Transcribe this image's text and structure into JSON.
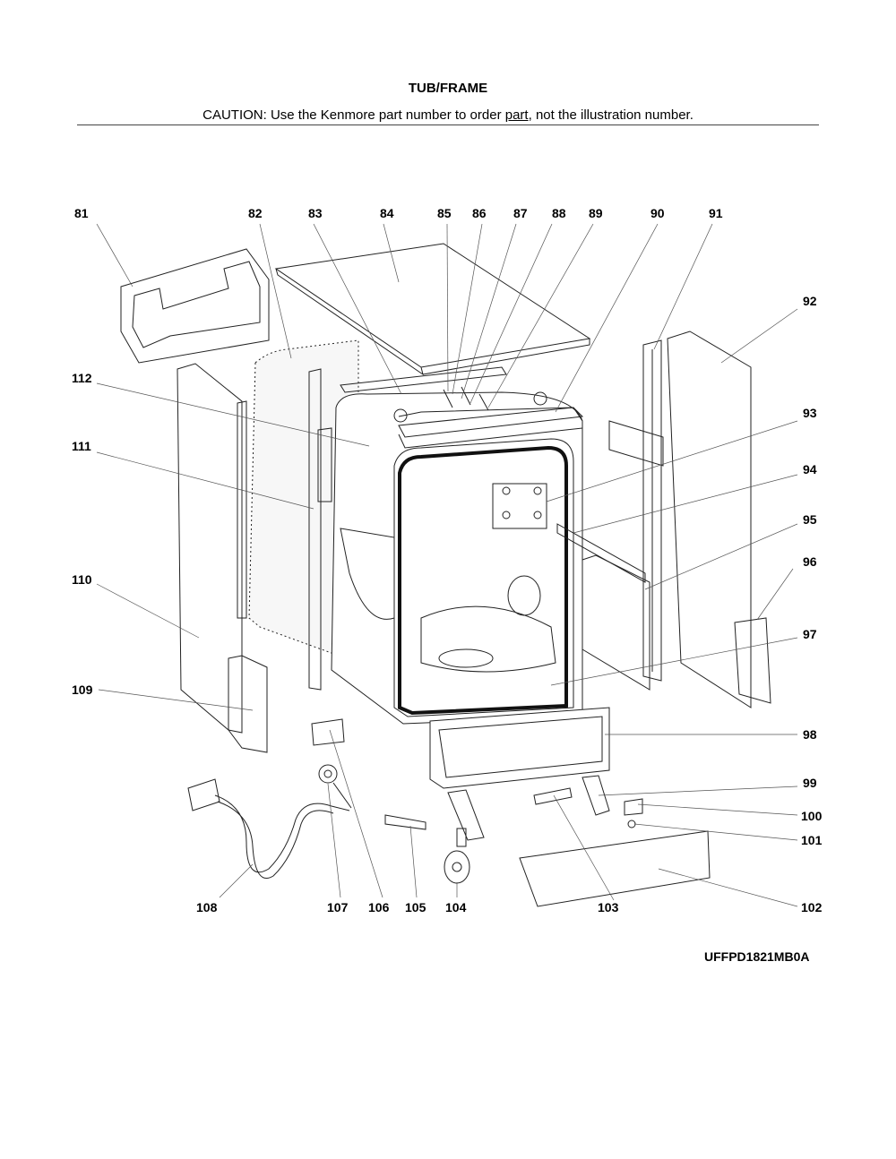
{
  "header": {
    "title": "TUB/FRAME",
    "caution_before": "CAUTION: Use the Kenmore part number to order ",
    "caution_link": "part",
    "caution_after": ", not the illustration number."
  },
  "callouts": [
    "81",
    "82",
    "83",
    "84",
    "85",
    "86",
    "87",
    "88",
    "89",
    "90",
    "91",
    "92",
    "93",
    "94",
    "95",
    "96",
    "97",
    "98",
    "99",
    "100",
    "101",
    "102",
    "103",
    "104",
    "105",
    "106",
    "107",
    "108",
    "109",
    "110",
    "111",
    "112"
  ],
  "model_code": "UFFPD1821MB0A"
}
